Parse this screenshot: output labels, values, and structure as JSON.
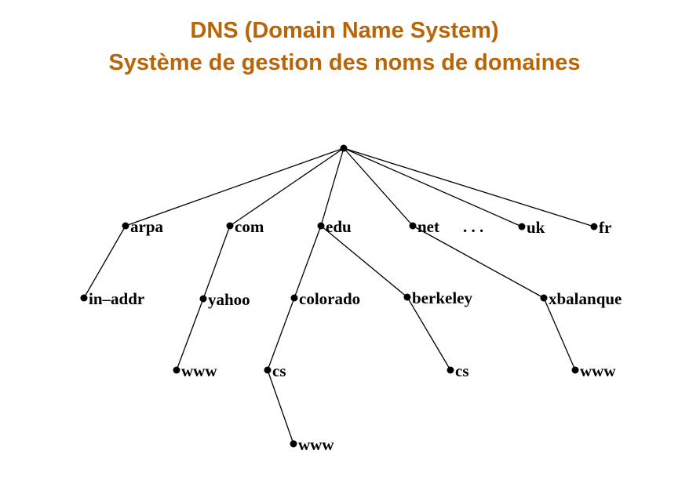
{
  "title": {
    "line1": "DNS (Domain Name System)",
    "line2": "Système de gestion des noms de domaines"
  },
  "colors": {
    "title": "#b8650a",
    "tree": "#000000",
    "background": "#ffffff"
  },
  "tree": {
    "ellipsis": ". . .",
    "nodes": [
      {
        "id": "root",
        "label": ""
      },
      {
        "id": "arpa",
        "label": "arpa",
        "parent": "root"
      },
      {
        "id": "com",
        "label": "com",
        "parent": "root"
      },
      {
        "id": "edu",
        "label": "edu",
        "parent": "root"
      },
      {
        "id": "net",
        "label": "net",
        "parent": "root"
      },
      {
        "id": "uk",
        "label": "uk",
        "parent": "root"
      },
      {
        "id": "fr",
        "label": "fr",
        "parent": "root"
      },
      {
        "id": "in-addr",
        "label": "in–addr",
        "parent": "arpa"
      },
      {
        "id": "yahoo",
        "label": "yahoo",
        "parent": "com"
      },
      {
        "id": "colorado",
        "label": "colorado",
        "parent": "edu"
      },
      {
        "id": "berkeley",
        "label": "berkeley",
        "parent": "edu"
      },
      {
        "id": "xbalanque",
        "label": "xbalanque",
        "parent": "net"
      },
      {
        "id": "yahoo-www",
        "label": "www",
        "parent": "yahoo"
      },
      {
        "id": "colorado-cs",
        "label": "cs",
        "parent": "colorado"
      },
      {
        "id": "berkeley-cs",
        "label": "cs",
        "parent": "berkeley"
      },
      {
        "id": "xbalanque-www",
        "label": "www",
        "parent": "xbalanque"
      },
      {
        "id": "colorado-cs-www",
        "label": "www",
        "parent": "colorado-cs"
      }
    ]
  }
}
